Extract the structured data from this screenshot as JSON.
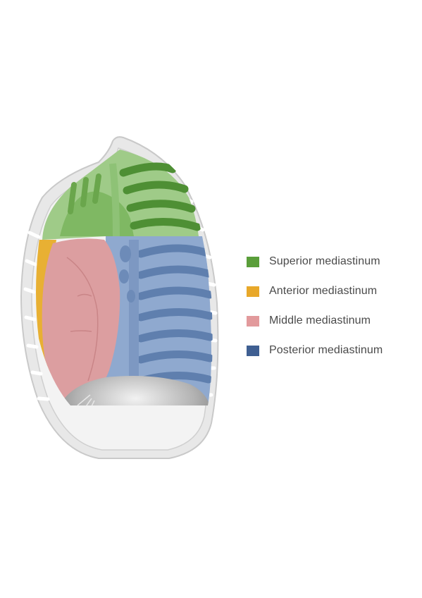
{
  "legend": {
    "items": [
      {
        "label": "Superior mediastinum",
        "color": "#5a9e3a"
      },
      {
        "label": "Anterior mediastinum",
        "color": "#e8a82a"
      },
      {
        "label": "Middle mediastinum",
        "color": "#e29a9c"
      },
      {
        "label": "Posterior mediastinum",
        "color": "#3f5f92"
      }
    ]
  },
  "colors": {
    "superior_region": "#9fcb88",
    "superior_dark": "#4e8f34",
    "anterior_region": "#e8b033",
    "middle_region": "#dc9ea0",
    "posterior_region": "#8fa9cf",
    "posterior_dark": "#5f7fae",
    "diaphragm": "#a6a6a6",
    "ribcage": "#e6e6e6",
    "ribcage_outline": "#c8c8c8"
  }
}
